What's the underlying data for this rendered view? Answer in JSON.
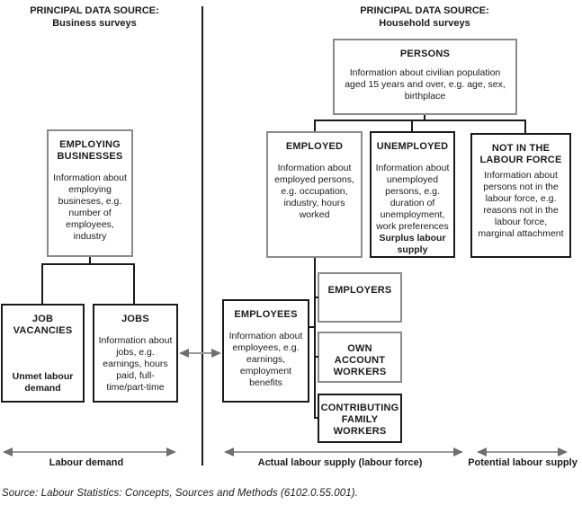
{
  "headings": {
    "left": {
      "line1": "PRINCIPAL DATA SOURCE:",
      "line2": "Business surveys"
    },
    "right": {
      "line1": "PRINCIPAL DATA SOURCE:",
      "line2": "Household surveys"
    }
  },
  "boxes": {
    "persons": {
      "title": "PERSONS",
      "body": "Information about civilian population aged 15 years and over, e.g. age, sex, birthplace"
    },
    "employing_businesses": {
      "title": "EMPLOYING BUSINESSES",
      "body": "Information about employing busineses, e.g. number of employees, industry"
    },
    "employed": {
      "title": "EMPLOYED",
      "body": "Information about employed persons, e.g. occupation, industry, hours worked"
    },
    "unemployed": {
      "title": "UNEMPLOYED",
      "body": "Information about unemployed persons, e.g. duration of unemployment, work preferences",
      "footer": "Surplus labour supply"
    },
    "not_in_labour_force": {
      "title": "NOT IN THE LABOUR FORCE",
      "body": "Information about persons not in the labour force, e.g. reasons not in the labour force, marginal attachment"
    },
    "job_vacancies": {
      "title": "JOB VACANCIES",
      "footer": "Unmet labour demand"
    },
    "jobs": {
      "title": "JOBS",
      "body": "Information about jobs, e.g. earnings, hours paid, full-time/part-time"
    },
    "employees": {
      "title": "EMPLOYEES",
      "body": "Information about employees, e.g. earnings, employment benefits"
    },
    "employers": {
      "title": "EMPLOYERS"
    },
    "own_account_workers": {
      "title": "OWN ACCOUNT WORKERS"
    },
    "contributing_family_workers": {
      "title": "CONTRIBUTING FAMILY WORKERS"
    }
  },
  "arrows": {
    "labour_demand": "Labour demand",
    "actual_labour_supply": "Actual labour supply (labour force)",
    "potential_labour_supply": "Potential labour supply"
  },
  "source_line": "Source: Labour Statistics: Concepts, Sources and Methods (6102.0.55.001).",
  "colors": {
    "gray_border": "#8a8a8a",
    "black_border": "#1a1a1a",
    "arrow": "#9a9a9a",
    "text": "#1a1a1a"
  }
}
